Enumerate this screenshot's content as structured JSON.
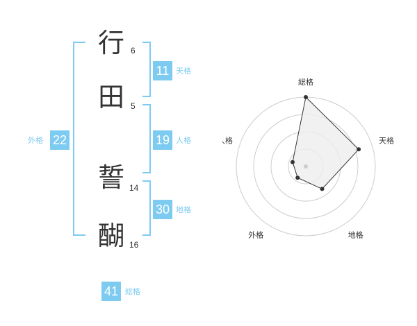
{
  "name": {
    "chars": [
      {
        "char": "行",
        "strokes": "6"
      },
      {
        "char": "田",
        "strokes": "5"
      },
      {
        "char": "誓",
        "strokes": "14"
      },
      {
        "char": "醐",
        "strokes": "16"
      }
    ]
  },
  "fortune": {
    "tenkaku": {
      "value": "11",
      "label": "天格"
    },
    "jinkaku": {
      "value": "19",
      "label": "人格"
    },
    "chikaku": {
      "value": "30",
      "label": "地格"
    },
    "gaikaku": {
      "value": "22",
      "label": "外格"
    },
    "soukaku": {
      "value": "41",
      "label": "総格"
    }
  },
  "colors": {
    "accent": "#7ecbf2",
    "text": "#333333",
    "grid": "#cccccc",
    "fill": "#eeeeee"
  },
  "chart_data": {
    "type": "radar",
    "axes": [
      "総格",
      "天格",
      "地格",
      "外格",
      "人格"
    ],
    "values": [
      5,
      4,
      2,
      1,
      1
    ],
    "range": [
      0,
      5
    ],
    "rings": 4
  }
}
